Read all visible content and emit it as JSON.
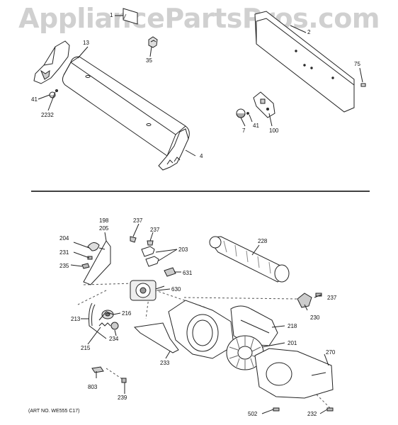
{
  "watermark": "AppliancePartsPros.com",
  "art_note": "(ART NO. WE555 C17)",
  "callouts": [
    {
      "id": "1",
      "text": "1"
    },
    {
      "id": "2",
      "text": "2"
    },
    {
      "id": "13",
      "text": "13"
    },
    {
      "id": "35",
      "text": "35"
    },
    {
      "id": "75",
      "text": "75"
    },
    {
      "id": "41a",
      "text": "41"
    },
    {
      "id": "2232",
      "text": "2232"
    },
    {
      "id": "7",
      "text": "7"
    },
    {
      "id": "41b",
      "text": "41"
    },
    {
      "id": "100",
      "text": "100"
    },
    {
      "id": "4",
      "text": "4"
    },
    {
      "id": "198",
      "text": "198"
    },
    {
      "id": "205",
      "text": "205"
    },
    {
      "id": "237a",
      "text": "237"
    },
    {
      "id": "237b",
      "text": "237"
    },
    {
      "id": "228",
      "text": "228"
    },
    {
      "id": "204",
      "text": "204"
    },
    {
      "id": "203",
      "text": "203"
    },
    {
      "id": "231",
      "text": "231"
    },
    {
      "id": "631",
      "text": "631"
    },
    {
      "id": "235",
      "text": "235"
    },
    {
      "id": "630",
      "text": "630"
    },
    {
      "id": "237c",
      "text": "237"
    },
    {
      "id": "230",
      "text": "230"
    },
    {
      "id": "213",
      "text": "213"
    },
    {
      "id": "216",
      "text": "216"
    },
    {
      "id": "218",
      "text": "218"
    },
    {
      "id": "234",
      "text": "234"
    },
    {
      "id": "201",
      "text": "201"
    },
    {
      "id": "215",
      "text": "215"
    },
    {
      "id": "233",
      "text": "233"
    },
    {
      "id": "270",
      "text": "270"
    },
    {
      "id": "803",
      "text": "803"
    },
    {
      "id": "239",
      "text": "239"
    },
    {
      "id": "502",
      "text": "502"
    },
    {
      "id": "232",
      "text": "232"
    }
  ]
}
